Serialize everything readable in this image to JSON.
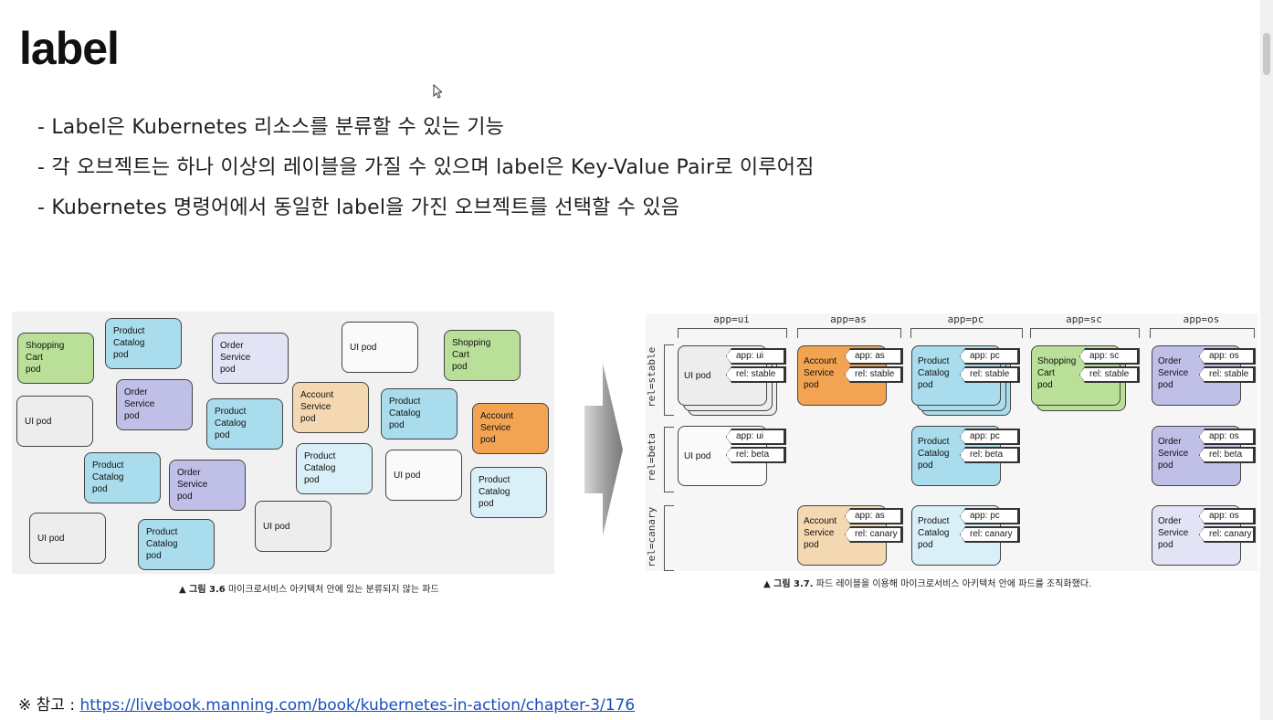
{
  "title": "label",
  "bullets": [
    "- Label은 Kubernetes 리소스를 분류할 수 있는 기능",
    "- 각 오브젝트는 하나 이상의 레이블을 가질 수 있으며 label은 Key-Value Pair로 이루어짐",
    "- Kubernetes 명령어에서 동일한 label을 가진 오브젝트를 선택할 수 있음"
  ],
  "figure_left": {
    "caption_prefix": "▲ 그림 3.6",
    "caption_text": "마이크로서비스 아키텍처 안에 있는 분류되지 않는 파드",
    "pods": [
      {
        "lines": [
          "Shopping",
          "Cart",
          "pod"
        ],
        "color": "#b9df98"
      },
      {
        "lines": [
          "Product",
          "Catalog",
          "pod"
        ],
        "color": "#a9dcec"
      },
      {
        "lines": [
          "Order",
          "Service",
          "pod"
        ],
        "color": "#e3e3f6"
      },
      {
        "lines": [
          "UI pod"
        ],
        "color": "#fafafa"
      },
      {
        "lines": [
          "Shopping",
          "Cart",
          "pod"
        ],
        "color": "#b9df98"
      },
      {
        "lines": [
          "Order",
          "Service",
          "pod"
        ],
        "color": "#bfbfe8"
      },
      {
        "lines": [
          "UI pod"
        ],
        "color": "#ededed"
      },
      {
        "lines": [
          "Account",
          "Service",
          "pod"
        ],
        "color": "#f4d8b2"
      },
      {
        "lines": [
          "Product",
          "Catalog",
          "pod"
        ],
        "color": "#a9dcec"
      },
      {
        "lines": [
          "Product",
          "Catalog",
          "pod"
        ],
        "color": "#a9dcec"
      },
      {
        "lines": [
          "Account",
          "Service",
          "pod"
        ],
        "color": "#f2a453"
      },
      {
        "lines": [
          "Product",
          "Catalog",
          "pod"
        ],
        "color": "#a9dcec"
      },
      {
        "lines": [
          "Order",
          "Service",
          "pod"
        ],
        "color": "#bfbfe8"
      },
      {
        "lines": [
          "Product",
          "Catalog",
          "pod"
        ],
        "color": "#d9f0f8"
      },
      {
        "lines": [
          "UI pod"
        ],
        "color": "#fafafa"
      },
      {
        "lines": [
          "Product",
          "Catalog",
          "pod"
        ],
        "color": "#d9f0f8"
      },
      {
        "lines": [
          "UI pod"
        ],
        "color": "#ededed"
      },
      {
        "lines": [
          "Product",
          "Catalog",
          "pod"
        ],
        "color": "#a9dcec"
      },
      {
        "lines": [
          "UI pod"
        ],
        "color": "#ededed"
      }
    ]
  },
  "figure_right": {
    "caption_prefix": "▲ 그림 3.7.",
    "caption_text": "파드 레이블을 이용해 마이크로서비스 아키텍처 안에 파드를 조직화했다.",
    "columns": [
      "app=ui",
      "app=as",
      "app=pc",
      "app=sc",
      "app=os"
    ],
    "rows": [
      "rel=stable",
      "rel=beta",
      "rel=canary"
    ],
    "pods": [
      {
        "lines": [
          "UI pod"
        ],
        "app": "app: ui",
        "rel": "rel: stable"
      },
      {
        "lines": [
          "Account",
          "Service",
          "pod"
        ],
        "app": "app: as",
        "rel": "rel: stable"
      },
      {
        "lines": [
          "Product",
          "Catalog",
          "pod"
        ],
        "app": "app: pc",
        "rel": "rel: stable"
      },
      {
        "lines": [
          "Shopping",
          "Cart",
          "pod"
        ],
        "app": "app: sc",
        "rel": "rel: stable"
      },
      {
        "lines": [
          "Order",
          "Service",
          "pod"
        ],
        "app": "app: os",
        "rel": "rel: stable"
      },
      {
        "lines": [
          "UI pod"
        ],
        "app": "app: ui",
        "rel": "rel: beta"
      },
      {
        "lines": [
          "Product",
          "Catalog",
          "pod"
        ],
        "app": "app: pc",
        "rel": "rel: beta"
      },
      {
        "lines": [
          "Order",
          "Service",
          "pod"
        ],
        "app": "app: os",
        "rel": "rel: beta"
      },
      {
        "lines": [
          "Account",
          "Service",
          "pod"
        ],
        "app": "app: as",
        "rel": "rel: canary"
      },
      {
        "lines": [
          "Product",
          "Catalog",
          "pod"
        ],
        "app": "app: pc",
        "rel": "rel: canary"
      },
      {
        "lines": [
          "Order",
          "Service",
          "pod"
        ],
        "app": "app: os",
        "rel": "rel: canary"
      }
    ]
  },
  "reference": {
    "prefix": "※ 참고 : ",
    "url": "https://livebook.manning.com/book/kubernetes-in-action/chapter-3/176"
  }
}
